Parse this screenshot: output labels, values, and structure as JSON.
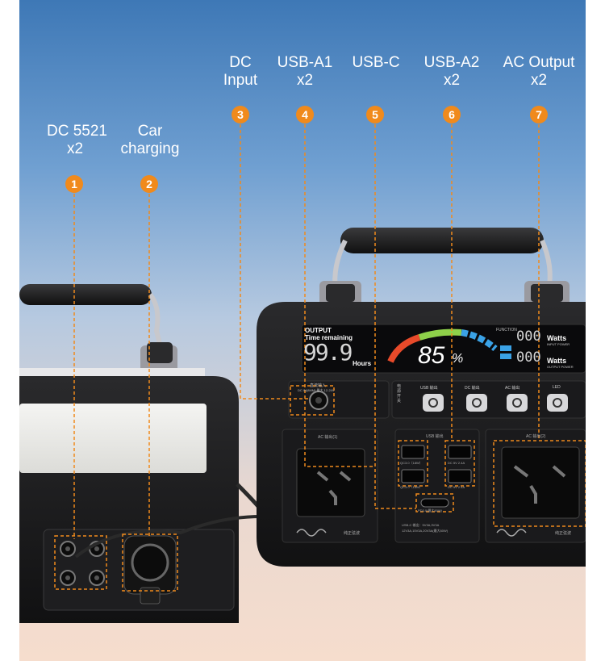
{
  "callouts": [
    {
      "number": "1",
      "line1": "DC 5521",
      "line2": "x2"
    },
    {
      "number": "2",
      "line1": "Car",
      "line2": "charging"
    },
    {
      "number": "3",
      "line1": "DC",
      "line2": "Input"
    },
    {
      "number": "4",
      "line1": "USB-A1",
      "line2": "x2"
    },
    {
      "number": "5",
      "line1": "USB-C",
      "line2": ""
    },
    {
      "number": "6",
      "line1": "USB-A2",
      "line2": "x2"
    },
    {
      "number": "7",
      "line1": "AC Output",
      "line2": "x2"
    }
  ],
  "display": {
    "output_label": "OUTPUT",
    "time_label": "Time remaining",
    "time_value": "99.9",
    "time_unit": "Hours",
    "battery_percent": "85",
    "percent_sign": "%",
    "function_label": "FUNCTION",
    "in_watts": "000",
    "out_watts": "000",
    "watts_label": "Watts",
    "input_power_label": "INPUT POWER",
    "output_power_label": "OUTPUT POWER"
  },
  "panel": {
    "dc_input_label": "直流输入",
    "dc_input_spec": "DC IN(8MM) 最大 12-24V",
    "switch_group_label": "电源开关",
    "button_labels": [
      "USB 输出",
      "DC 输出",
      "AC 输出",
      "LED"
    ],
    "ac1_label": "AC 输出(1)",
    "ac2_label": "AC 输出(2)",
    "usb_label": "USB 输出",
    "qc1": "QC3.0（18W）",
    "qc2": "QC3.0（18W）",
    "dc_5v_1": "DC 5V 2.4A",
    "dc_5v_2": "DC 5V 2.4A",
    "pd_label": "PD3.0(最大60W)",
    "usbc_spec": "USB-C 输出：5V3A,9V3A",
    "usbc_spec2": "12V3A,15V3A,20V3A(最大60W)",
    "sine_label": "纯正弦波"
  },
  "colors": {
    "accent": "#f08a1c",
    "lcd_blue": "#3aa2e6",
    "sky_top": "#3e78b6",
    "sky_bottom": "#f6ddcd"
  }
}
